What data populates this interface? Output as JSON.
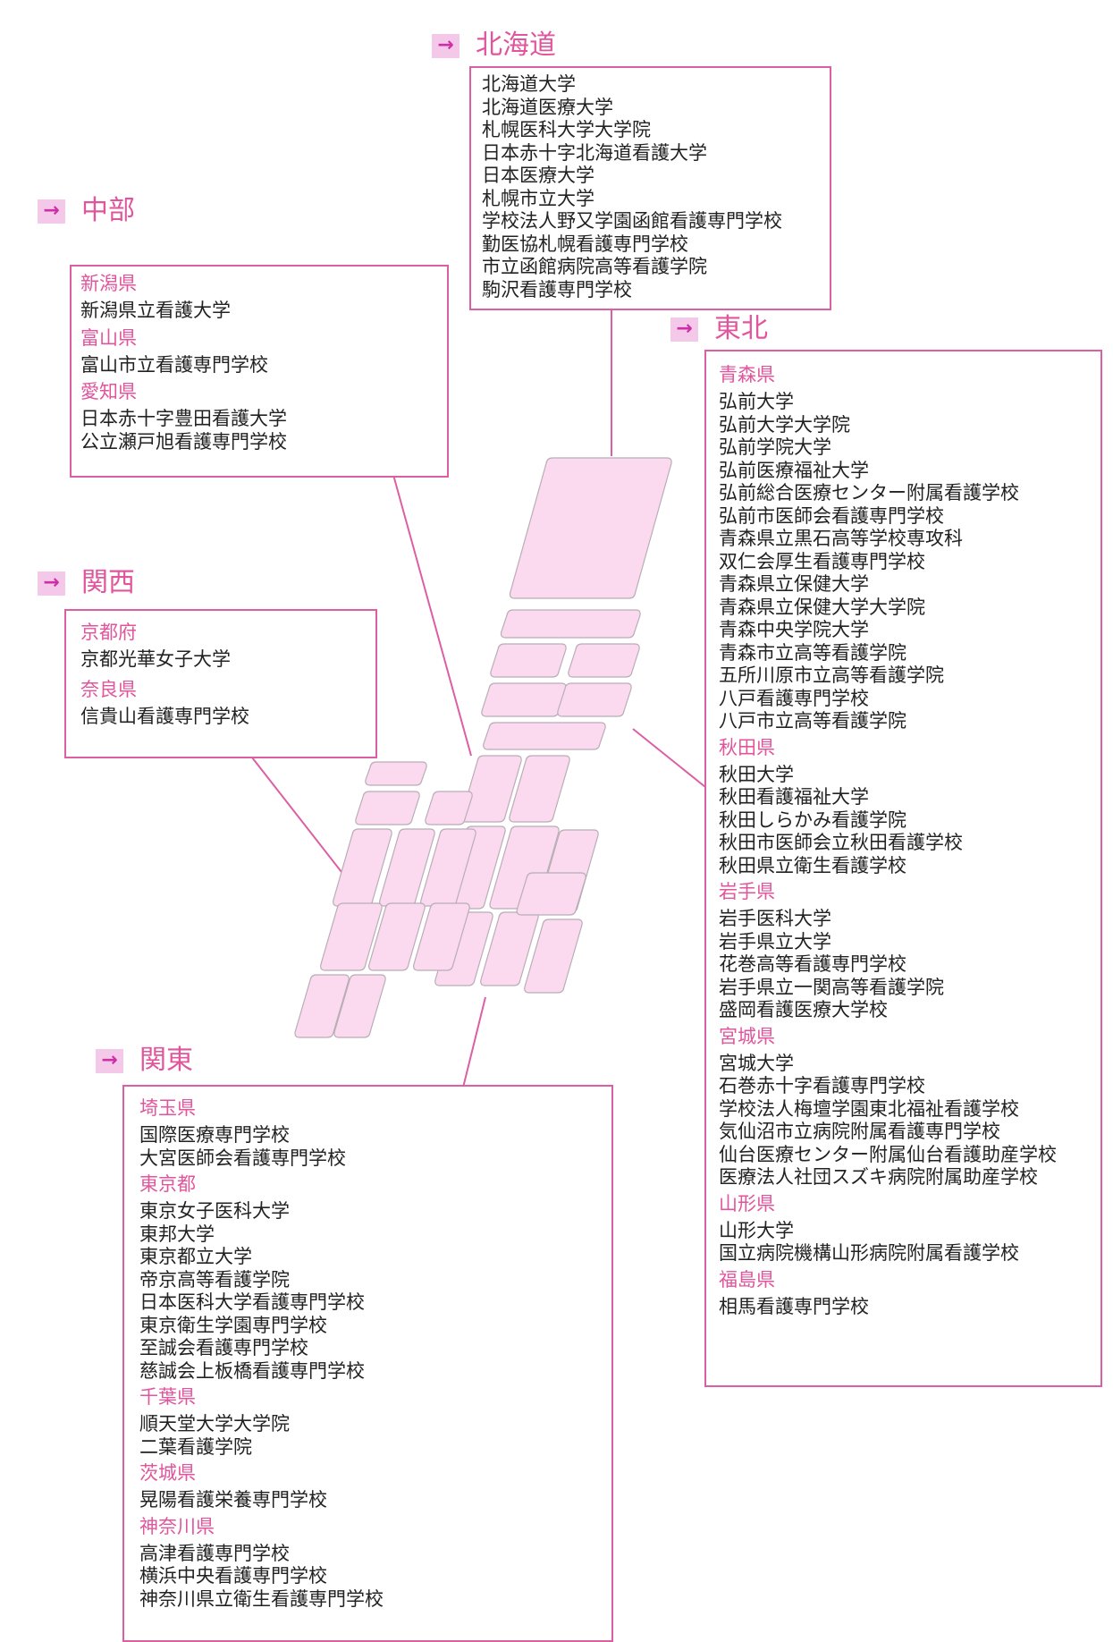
{
  "regions": {
    "hokkaido": {
      "title": "北海道",
      "schools": [
        "北海道大学",
        "北海道医療大学",
        "札幌医科大学大学院",
        "日本赤十字北海道看護大学",
        "日本医療大学",
        "札幌市立大学",
        "学校法人野又学園函館看護専門学校",
        "勤医協札幌看護専門学校",
        "市立函館病院高等看護学院",
        "駒沢看護専門学校"
      ]
    },
    "chubu": {
      "title": "中部",
      "prefectures": [
        {
          "name": "新潟県",
          "schools": [
            "新潟県立看護大学"
          ]
        },
        {
          "name": "富山県",
          "schools": [
            "富山市立看護専門学校"
          ]
        },
        {
          "name": "愛知県",
          "schools": [
            "日本赤十字豊田看護大学",
            "公立瀬戸旭看護専門学校"
          ]
        }
      ]
    },
    "kansai": {
      "title": "関西",
      "prefectures": [
        {
          "name": "京都府",
          "schools": [
            "京都光華女子大学"
          ]
        },
        {
          "name": "奈良県",
          "schools": [
            "信貴山看護専門学校"
          ]
        }
      ]
    },
    "tohoku": {
      "title": "東北",
      "prefectures": [
        {
          "name": "青森県",
          "schools": [
            "弘前大学",
            "弘前大学大学院",
            "弘前学院大学",
            "弘前医療福祉大学",
            "弘前総合医療センター附属看護学校",
            "弘前市医師会看護専門学校",
            "青森県立黒石高等学校専攻科",
            "双仁会厚生看護専門学校",
            "青森県立保健大学",
            "青森県立保健大学大学院",
            "青森中央学院大学",
            "青森市立高等看護学院",
            "五所川原市立高等看護学院",
            "八戸看護専門学校",
            "八戸市立高等看護学院"
          ]
        },
        {
          "name": "秋田県",
          "schools": [
            "秋田大学",
            "秋田看護福祉大学",
            "秋田しらかみ看護学院",
            "秋田市医師会立秋田看護学校",
            "秋田県立衛生看護学校"
          ]
        },
        {
          "name": "岩手県",
          "schools": [
            "岩手医科大学",
            "岩手県立大学",
            "花巻高等看護専門学校",
            "岩手県立一関高等看護学院",
            "盛岡看護医療大学校"
          ]
        },
        {
          "name": "宮城県",
          "schools": [
            "宮城大学",
            "石巻赤十字看護専門学校",
            "学校法人梅壇学園東北福祉看護学校",
            "気仙沼市立病院附属看護専門学校",
            "仙台医療センター附属仙台看護助産学校",
            "医療法人社団スズキ病院附属助産学校"
          ]
        },
        {
          "name": "山形県",
          "schools": [
            "山形大学",
            "国立病院機構山形病院附属看護学校"
          ]
        },
        {
          "name": "福島県",
          "schools": [
            "相馬看護専門学校"
          ]
        }
      ]
    },
    "kanto": {
      "title": "関東",
      "prefectures": [
        {
          "name": "埼玉県",
          "schools": [
            "国際医療専門学校",
            "大宮医師会看護専門学校"
          ]
        },
        {
          "name": "東京都",
          "schools": [
            "東京女子医科大学",
            "東邦大学",
            "東京都立大学",
            "帝京高等看護学院",
            "日本医科大学看護専門学校",
            "東京衛生学園専門学校",
            "至誠会看護専門学校",
            "慈誠会上板橋看護専門学校"
          ]
        },
        {
          "name": "千葉県",
          "schools": [
            "順天堂大学大学院",
            "二葉看護学院"
          ]
        },
        {
          "name": "茨城県",
          "schools": [
            "晃陽看護栄養専門学校"
          ]
        },
        {
          "name": "神奈川県",
          "schools": [
            "高津看護専門学校",
            "横浜中央看護専門学校",
            "神奈川県立衛生看護専門学校"
          ]
        }
      ]
    }
  },
  "arrow_glyph": "→",
  "colors": {
    "accent": "#e0559c",
    "map_fill": "#fbd9ef",
    "map_stroke": "#b8aeb6",
    "arrow_bg": "#f4c8e8"
  }
}
